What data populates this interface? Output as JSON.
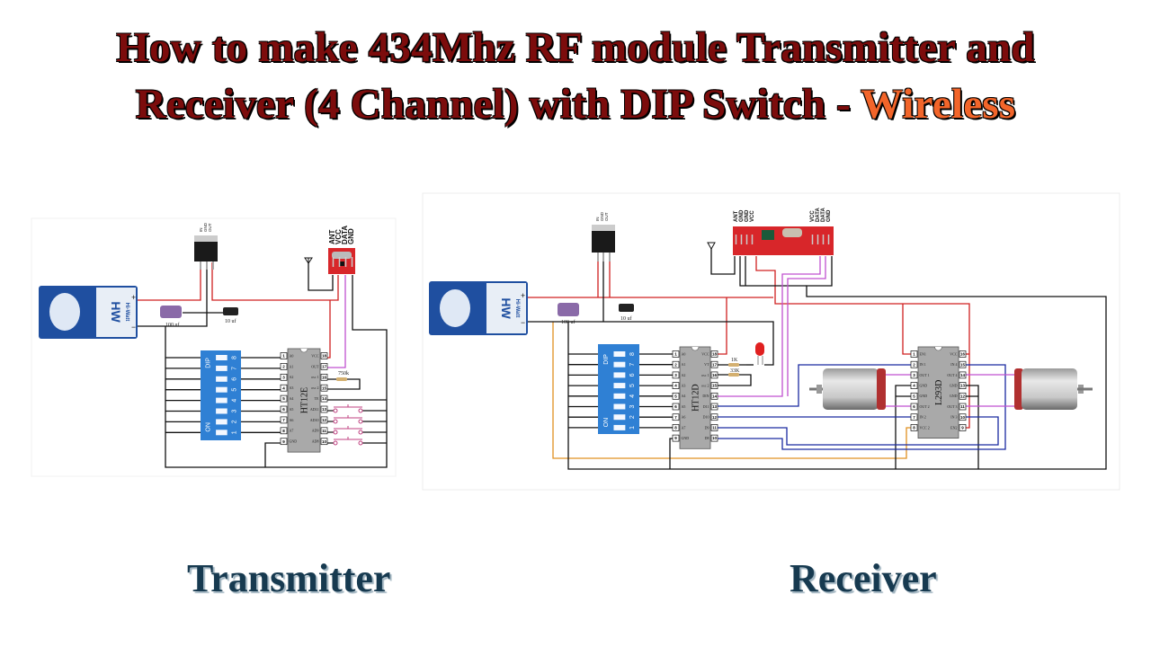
{
  "title": {
    "line1": "How to make 434Mhz RF module Transmitter and",
    "line2_main": "Receiver (4 Channel) with DIP Switch -",
    "line2_accent": "Wireless"
  },
  "colors": {
    "title": "#7c0c0c",
    "accent": "#f2652a",
    "caption": "#173a50",
    "wire_power": "#d02020",
    "wire_ground": "#111111",
    "wire_data": "#c050d0",
    "wire_control": "#1a2aa0",
    "wire_enable": "#e09020",
    "dip_switch": "#2f80d4",
    "rf_module": "#d8262a",
    "battery": "#1f4fa0"
  },
  "transmitter": {
    "label": "Transmitter",
    "battery": {
      "brand": "Hi-Watt",
      "logo": "HW",
      "plus": "+",
      "minus": "−"
    },
    "regulator_pins": [
      "IN",
      "GND",
      "OUT"
    ],
    "module_pins": [
      "ANT",
      "VCC",
      "DATA",
      "GND"
    ],
    "cap1": "100 uf",
    "cap2": "10 uf",
    "resistor": "750k",
    "dip": {
      "label": "DIP",
      "on": "ON",
      "numbers": [
        "8",
        "7",
        "6",
        "5",
        "4",
        "3",
        "2",
        "1"
      ]
    },
    "ic": {
      "name": "HT12E",
      "left": [
        [
          "1",
          "A0"
        ],
        [
          "2",
          "A1"
        ],
        [
          "3",
          "A2"
        ],
        [
          "4",
          "A3"
        ],
        [
          "5",
          "A4"
        ],
        [
          "6",
          "A5"
        ],
        [
          "7",
          "A6"
        ],
        [
          "8",
          "A7"
        ],
        [
          "9",
          "GND"
        ]
      ],
      "right": [
        [
          "18",
          "VCC"
        ],
        [
          "17",
          "OUT"
        ],
        [
          "16",
          "osc 1"
        ],
        [
          "15",
          "osc 2"
        ],
        [
          "14",
          "TE"
        ],
        [
          "13",
          "AD11"
        ],
        [
          "12",
          "AD10"
        ],
        [
          "11",
          "AD9"
        ],
        [
          "10",
          "AD8"
        ]
      ]
    }
  },
  "receiver": {
    "label": "Receiver",
    "battery": {
      "brand": "Hi-Watt",
      "logo": "HW",
      "plus": "+",
      "minus": "−"
    },
    "regulator_pins": [
      "IN",
      "GND",
      "OUT"
    ],
    "module_pins_left": [
      "ANT",
      "GND",
      "GND",
      "VCC"
    ],
    "module_pins_right": [
      "VCC",
      "DATA",
      "DATA",
      "GND"
    ],
    "cap1": "100 uf",
    "cap2": "10 uf",
    "resistor1": "1K",
    "resistor2": "33K",
    "dip": {
      "label": "DIP",
      "on": "ON",
      "numbers": [
        "8",
        "7",
        "6",
        "5",
        "4",
        "3",
        "2",
        "1"
      ]
    },
    "ic": {
      "name": "HT12D",
      "left": [
        [
          "1",
          "A0"
        ],
        [
          "2",
          "A1"
        ],
        [
          "3",
          "A2"
        ],
        [
          "4",
          "A3"
        ],
        [
          "5",
          "A4"
        ],
        [
          "6",
          "A5"
        ],
        [
          "7",
          "A6"
        ],
        [
          "8",
          "A7"
        ],
        [
          "9",
          "GND"
        ]
      ],
      "right": [
        [
          "18",
          "VCC"
        ],
        [
          "17",
          "VT"
        ],
        [
          "16",
          "osc 1"
        ],
        [
          "15",
          "osc 2"
        ],
        [
          "14",
          "DIN"
        ],
        [
          "13",
          "D11"
        ],
        [
          "12",
          "D10"
        ],
        [
          "11",
          "D9"
        ],
        [
          "10",
          "D8"
        ]
      ]
    },
    "driver": {
      "name": "L293D",
      "left": [
        [
          "1",
          "EN1"
        ],
        [
          "2",
          "IN 1"
        ],
        [
          "3",
          "OUT 1"
        ],
        [
          "4",
          "GND"
        ],
        [
          "5",
          "GND"
        ],
        [
          "6",
          "OUT 2"
        ],
        [
          "7",
          "IN 2"
        ],
        [
          "8",
          "VCC 2"
        ]
      ],
      "right": [
        [
          "16",
          "VCC"
        ],
        [
          "15",
          "IN 4"
        ],
        [
          "14",
          "OUT 4"
        ],
        [
          "13",
          "GND"
        ],
        [
          "12",
          "GND"
        ],
        [
          "11",
          "OUT 3"
        ],
        [
          "10",
          "IN 3"
        ],
        [
          "9",
          "EN2"
        ]
      ]
    }
  }
}
